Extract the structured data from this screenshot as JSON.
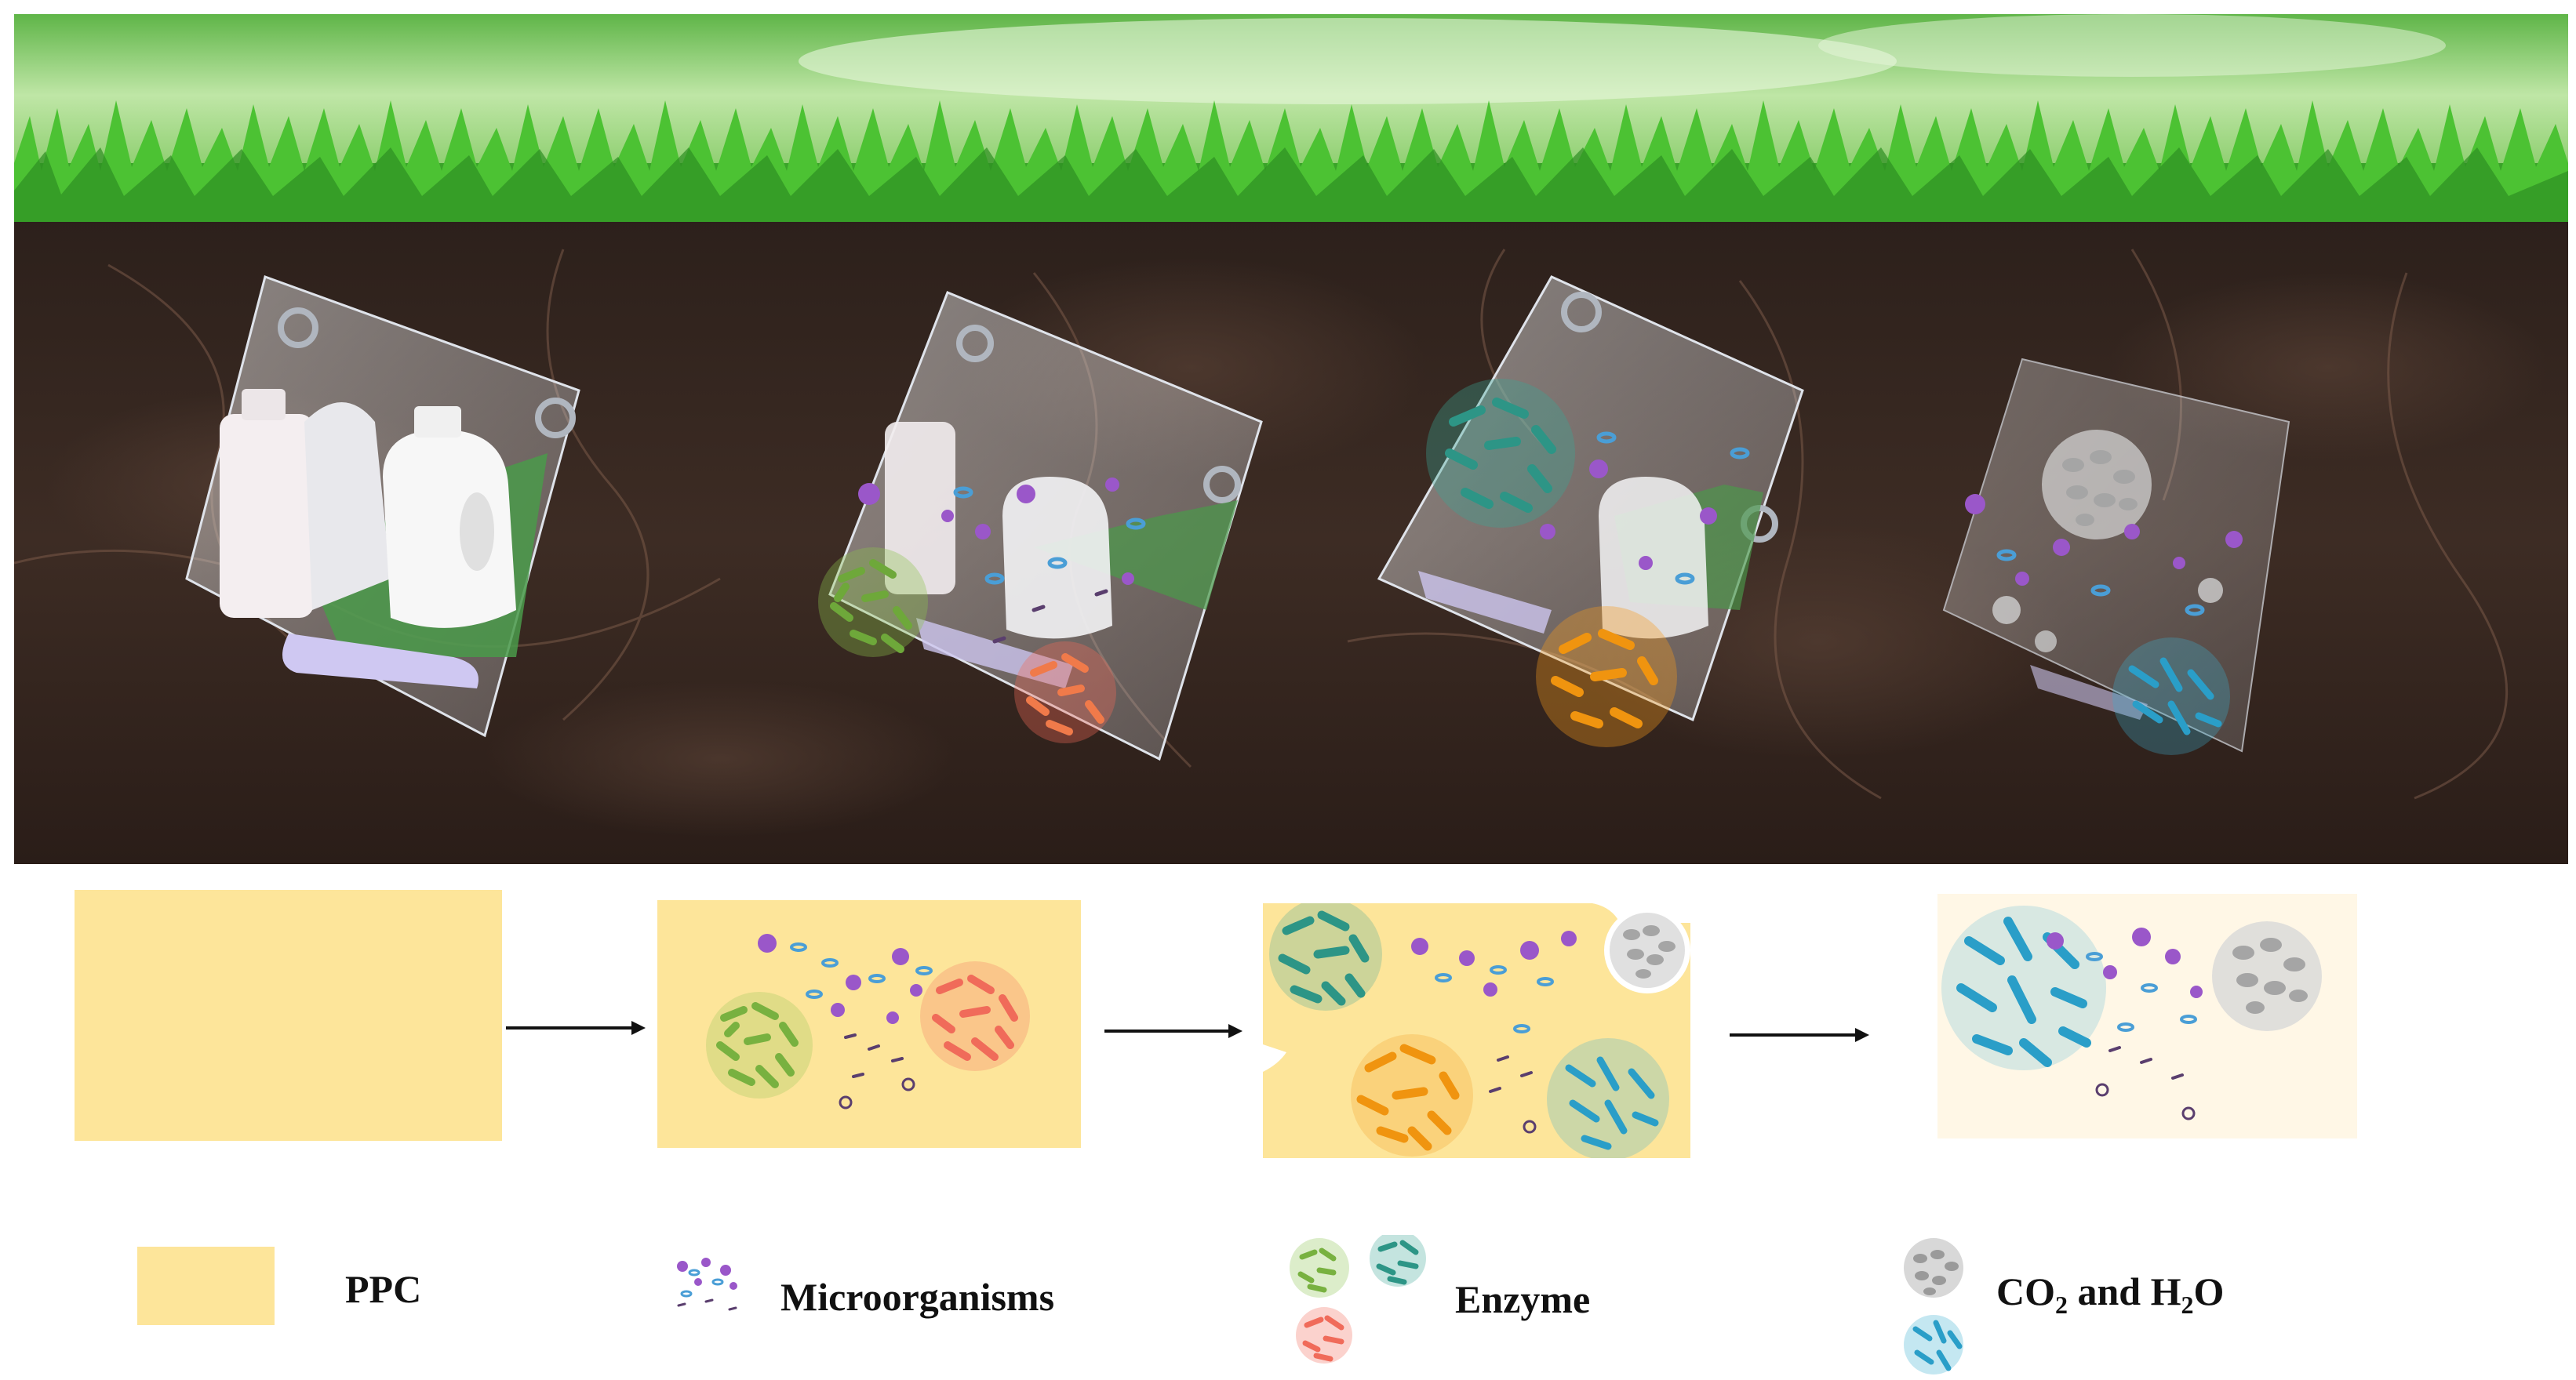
{
  "legend": {
    "ppc": "PPC",
    "microorganisms": "Microorganisms",
    "enzyme": "Enzyme",
    "products_a": "CO",
    "products_sub1": "2",
    "products_b": " and H",
    "products_sub2": "2",
    "products_c": "O"
  },
  "colors": {
    "ppc": "#fde59a",
    "soil": "#3a2a22",
    "grass": "#3fb02c",
    "sky": "#a9dc8a",
    "enzyme_green": "#7cb342",
    "enzyme_teal": "#3aa596",
    "enzyme_red": "#f0705a",
    "enzyme_orange": "#f59a1e",
    "enzyme_blue": "#3aaed0",
    "microbe_purple": "#9a57c9",
    "product_gray": "#9a9a9a"
  },
  "icons": [
    "bottle-icon",
    "plastic-bag-icon",
    "enzyme-cluster-icon",
    "microorganism-icon",
    "arrow-right-icon"
  ]
}
